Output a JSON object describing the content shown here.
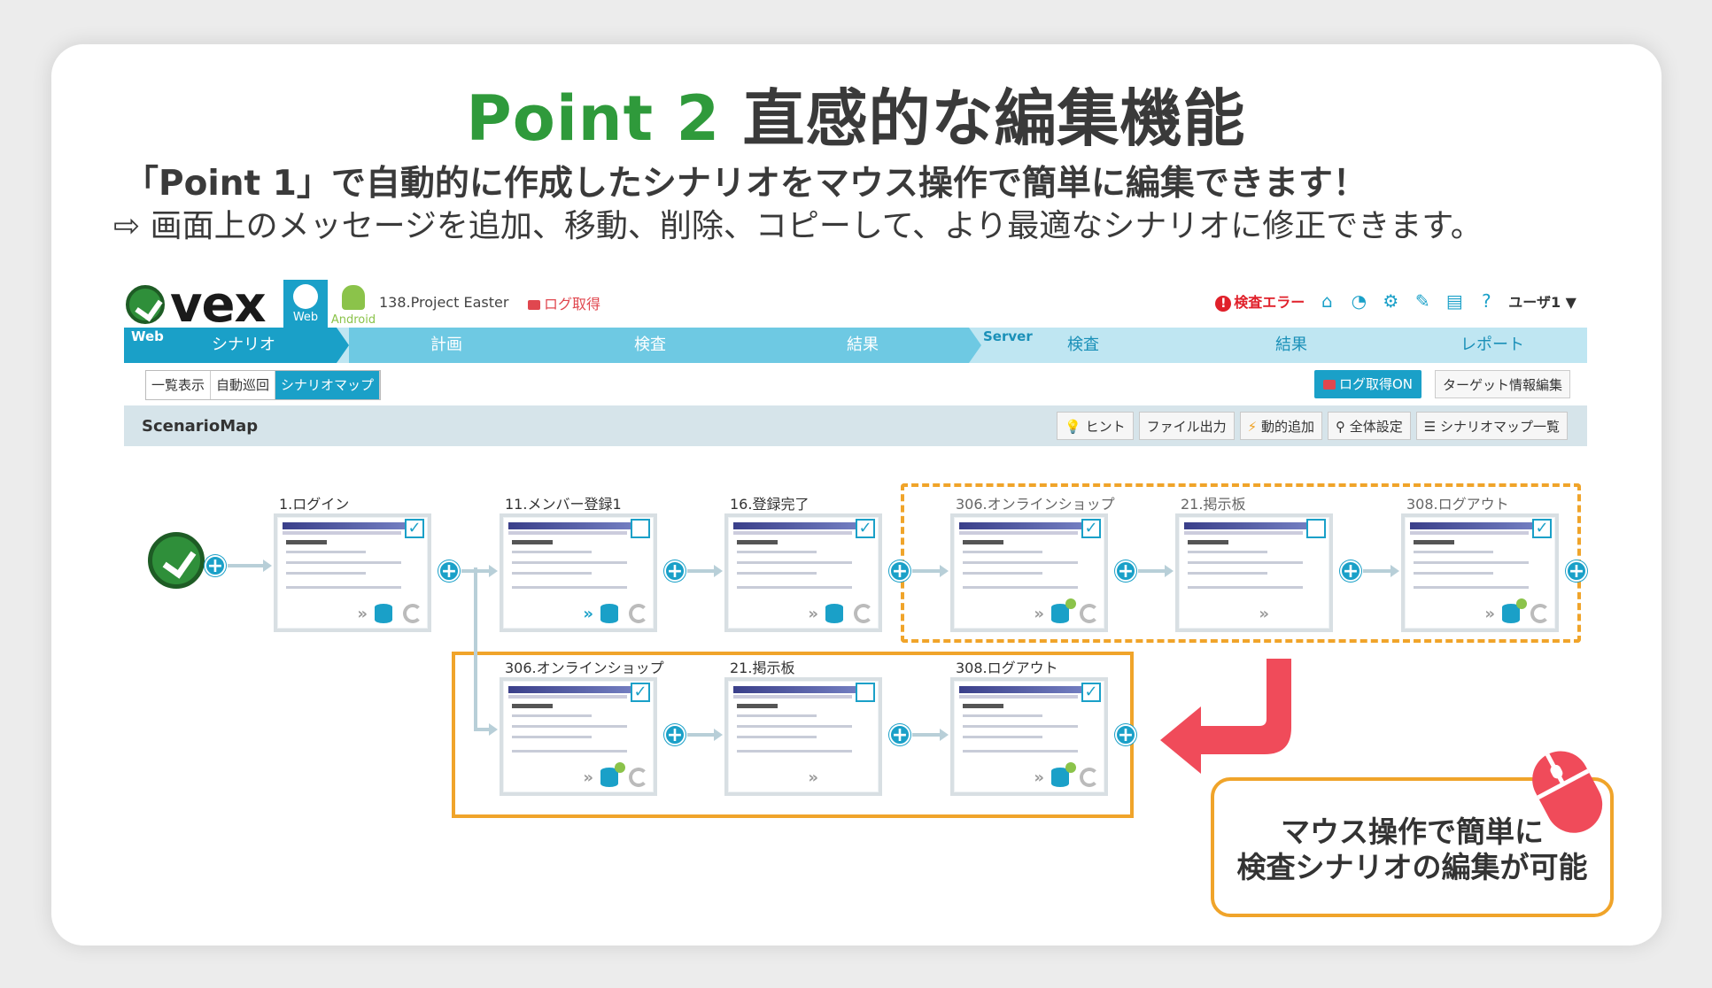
{
  "headline": {
    "accent": "Point 2",
    "rest": " 直感的な編集機能"
  },
  "subheading": {
    "line1": "「Point 1」で自動的に作成したシナリオをマウス操作で簡単に編集できます！",
    "line2": "⇨ 画面上のメッセージを追加、移動、削除、コピーして、より最適なシナリオに修正できます。"
  },
  "app": {
    "logo": "vex",
    "platforms": {
      "web": "Web",
      "android": "Android"
    },
    "project": "138.Project Easter",
    "log_recording": "ログ取得",
    "error": "検査エラー",
    "user": "ユーザ1 ▼",
    "nav": {
      "web_tag": "Web",
      "server_tag": "Server",
      "items": [
        "シナリオ",
        "計画",
        "検査",
        "結果",
        "検査",
        "結果",
        "レポート"
      ]
    },
    "view_tabs": [
      "一覧表示",
      "自動巡回",
      "シナリオマップ"
    ],
    "log_on_button": "ログ取得ON",
    "target_button": "ターゲット情報編集",
    "map_title": "ScenarioMap",
    "map_buttons": [
      "ヒント",
      "ファイル出力",
      "動的追加",
      "全体設定",
      "シナリオマップ一覧"
    ],
    "icons": [
      "home-icon",
      "dashboard-icon",
      "gear-icon",
      "wrench-icon",
      "book-icon",
      "help-icon"
    ]
  },
  "scenario_nodes": {
    "row1": [
      {
        "label": "1.ログイン"
      },
      {
        "label": "11.メンバー登録1"
      },
      {
        "label": "16.登録完了"
      },
      {
        "label": "306.オンラインショップ"
      },
      {
        "label": "21.掲示板"
      },
      {
        "label": "308.ログアウト"
      }
    ],
    "row2": [
      {
        "label": "306.オンラインショップ"
      },
      {
        "label": "21.掲示板"
      },
      {
        "label": "308.ログアウト"
      }
    ]
  },
  "callout": {
    "line1": "マウス操作で簡単に",
    "line2": "検査シナリオの編集が可能"
  },
  "colors": {
    "accent_green": "#2f9a3b",
    "accent_blue": "#1aa0c8",
    "highlight_orange": "#f0a42a",
    "arrow_red": "#f04b5a"
  }
}
